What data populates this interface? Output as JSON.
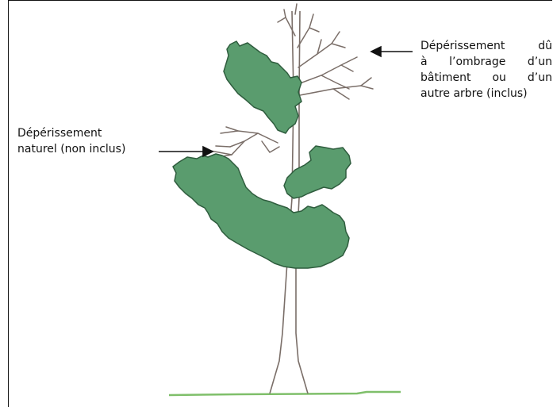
{
  "labels": {
    "shading": {
      "lines": [
        "Dépérissement dû",
        "à l’ombrage d’un",
        "bâtiment ou d’un",
        "autre arbre (inclus)"
      ]
    },
    "natural": {
      "lines": [
        "Dépérissement",
        "naturel (non inclus)"
      ]
    }
  },
  "colors": {
    "foliage": "#5a9c6e",
    "foliage_outline": "#2f5d3e",
    "branch": "#7a6e68",
    "ground": "#7fbf6a",
    "arrow": "#111111"
  }
}
